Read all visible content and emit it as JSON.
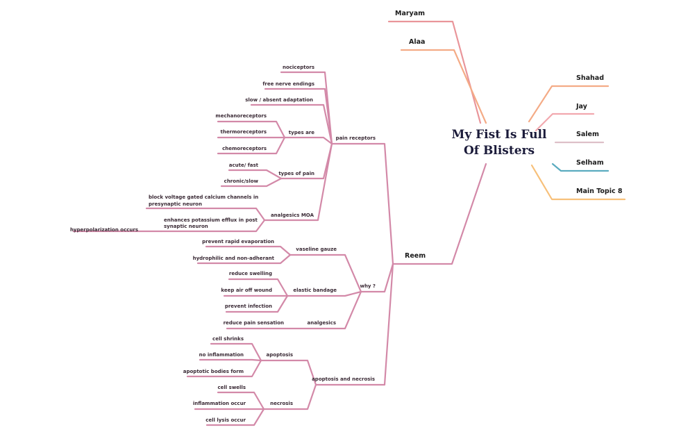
{
  "center": {
    "line1": "My Fist Is Full",
    "line2": "Of Blisters"
  },
  "colors": {
    "pink": "#d389a8",
    "salmon": "#e9959a",
    "orange": "#f4ab86",
    "light_pink": "#f2a8ae",
    "grey_pink": "#ddc0c8",
    "teal": "#5aabbf",
    "gold": "#f7c07a"
  },
  "main_topics": {
    "maryam": "Maryam",
    "alaa": "Alaa",
    "shahad": "Shahad",
    "jay": "Jay",
    "salem": "Salem",
    "selham": "Selham",
    "main_topic_8": "Main Topic 8",
    "reem": "Reem"
  },
  "reem": {
    "pain_receptors": {
      "label": "pain receptors",
      "nociceptors": "nociceptors",
      "free_nerve_endings": "free nerve endings",
      "slow_absent_adaptation": "slow / absent adaptation",
      "types_are": {
        "label": "types are",
        "mechanoreceptors": "mechanoreceptors",
        "thermoreceptors": "thermoreceptors",
        "chemoreceptors": "chemoreceptors"
      },
      "types_of_pain": {
        "label": "types of pain",
        "acute_fast": "acute/ fast",
        "chronic_slow": "chronic/slow"
      },
      "analgesics_moa": {
        "label": "analgesics MOA",
        "block_line1": "block voltage gated calcium channels in",
        "block_line2": "presynaptic neuron",
        "efflux_line1": "enhances potassium efflux in post",
        "efflux_line2": "synaptic neuron",
        "hyperpolarization": "hyperpolarization occurs"
      }
    },
    "why": {
      "label": "why ?",
      "vaseline_gauze": {
        "label": "vaseline gauze",
        "prevent_rapid_evaporation": "prevent rapid evaporation",
        "hydrophilic": "hydrophilic and non-adherant"
      },
      "elastic_bandage": {
        "label": "elastic bandage",
        "reduce_swelling": "reduce swelling",
        "keep_air_off": "keep air off wound",
        "prevent_infection": "prevent infection"
      },
      "analgesics": {
        "label": "analgesics",
        "reduce_pain": "reduce pain sensation"
      }
    },
    "apoptosis_and_necrosis": {
      "label": "apoptosis and necrosis",
      "apoptosis": {
        "label": "apoptosis",
        "cell_shrinks": "cell shrinks",
        "no_inflammation": "no inflammation",
        "apoptotic_bodies": "apoptotic bodies form"
      },
      "necrosis": {
        "label": "necrosis",
        "cell_swells": "cell swells",
        "inflammation_occur": "inflammation occur",
        "cell_lysis": "cell lysis occur"
      }
    }
  }
}
